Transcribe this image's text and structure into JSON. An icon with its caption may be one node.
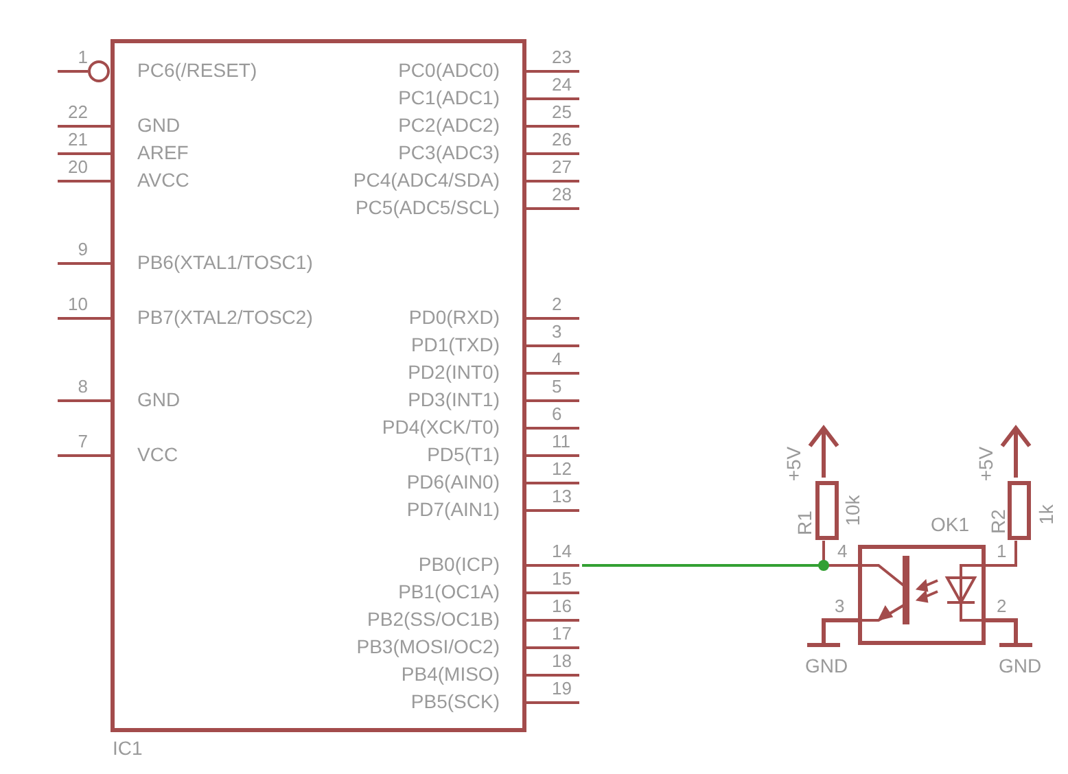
{
  "diagram": {
    "nodes": [
      {
        "text": [
          "IC1"
        ]
      },
      {
        "text": [
          "R1",
          "10k"
        ]
      },
      {
        "text": [
          "OK1"
        ],
        "beside": [
          "4",
          "1",
          "3",
          "2"
        ]
      },
      {
        "text": [
          "R2",
          "1k"
        ]
      }
    ],
    "edges": [
      {
        "from": 0,
        "to": 2,
        "arrow": "none",
        "color": "#33a033"
      },
      {
        "from": 1,
        "to": 2,
        "arrow": "none"
      },
      {
        "from": 3,
        "to": 2,
        "arrow": "none"
      }
    ],
    "labels": [
      "1",
      "PC6(/RESET)",
      "PC0(ADC0)",
      "23",
      "PC1(ADC1)",
      "24",
      "22",
      "GND",
      "PC2(ADC2)",
      "25",
      "21",
      "AREF",
      "PC3(ADC3)",
      "26",
      "20",
      "AVCC",
      "PC4(ADC4/SDA)",
      "27",
      "PC5(ADC5/SCL)",
      "28",
      "9",
      "PB6(XTAL1/TOSC1)",
      "10",
      "PB7(XTAL2/TOSC2)",
      "PD0(RXD)",
      "2",
      "PD1(TXD)",
      "3",
      "PD2(INT0)",
      "4",
      "8",
      "GND",
      "PD3(INT1)",
      "5",
      "PD4(XCK/T0)",
      "6",
      "7",
      "VCC",
      "PD5(T1)",
      "11",
      "PD6(AIN0)",
      "12",
      "PD7(AIN1)",
      "13",
      "PB0(ICP)",
      "14",
      "PB1(OC1A)",
      "15",
      "PB2(SS/OC1B)",
      "16",
      "PB3(MOSI/OC2)",
      "17",
      "PB4(MISO)",
      "18",
      "PB5(SCK)",
      "19",
      "+5V",
      "+5V",
      "GND",
      "GND"
    ]
  }
}
